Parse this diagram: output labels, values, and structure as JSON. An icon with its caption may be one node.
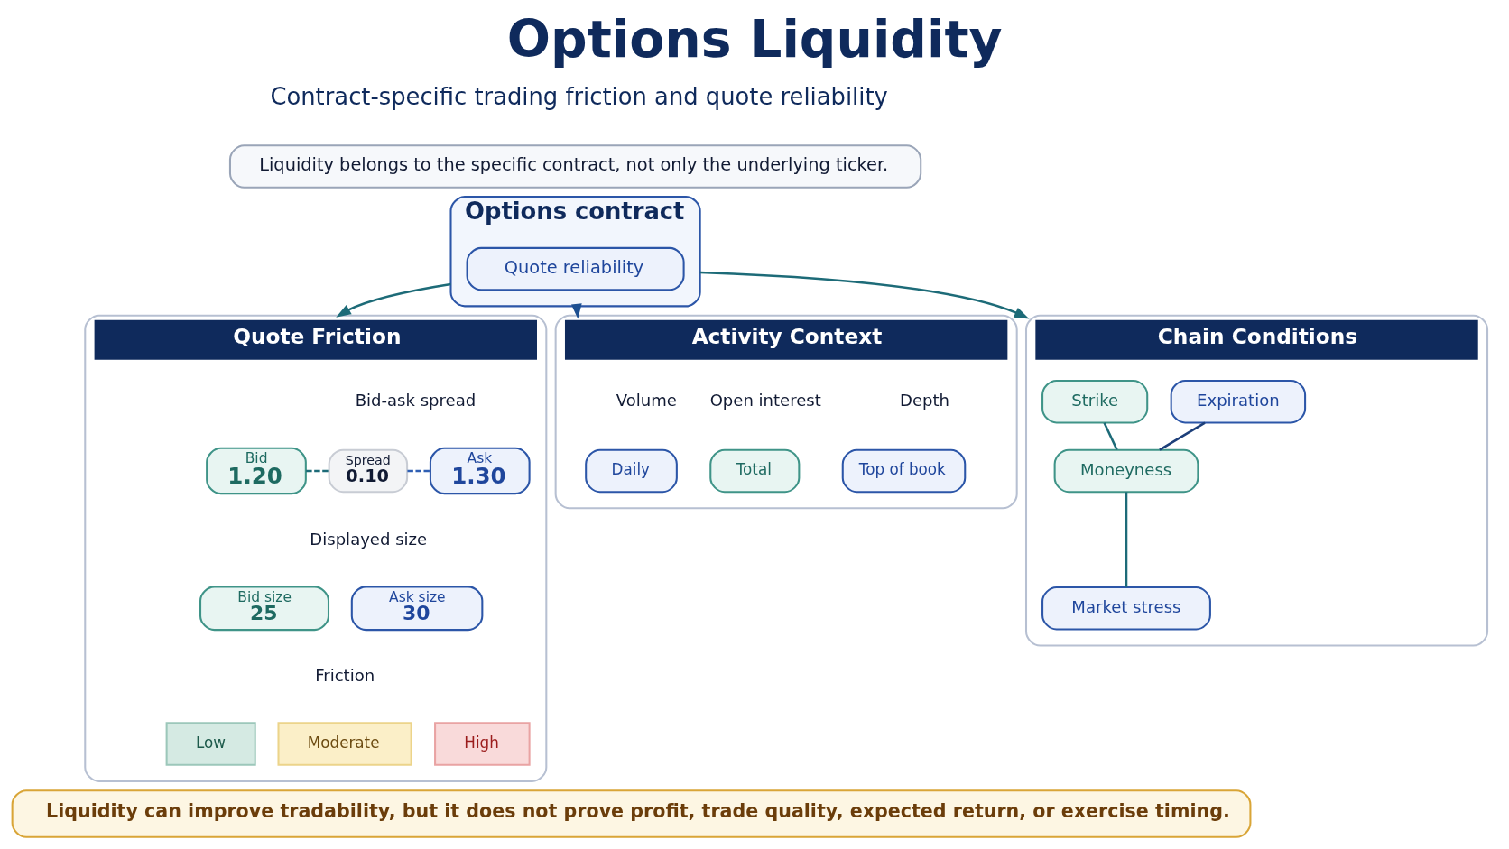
{
  "diagram": {
    "title": "Options Liquidity",
    "nodes": [
      {
        "text": [
          "Liquidity belongs to the specific contract, not only the underlying ticker."
        ]
      },
      {
        "text": [
          "Options contract"
        ]
      },
      {
        "text": [
          "Quote reliability"
        ],
        "in": 1
      },
      {
        "text": [
          "Quote Friction"
        ]
      },
      {
        "text": [
          "Bid",
          "1.20"
        ],
        "in": 3
      },
      {
        "text": [
          "Spread",
          "0.10"
        ],
        "in": 3
      },
      {
        "text": [
          "Ask",
          "1.30"
        ],
        "in": 3
      },
      {
        "text": [
          "Bid size",
          "25"
        ],
        "in": 3
      },
      {
        "text": [
          "Ask size",
          "30"
        ],
        "in": 3
      },
      {
        "text": [
          "Low"
        ],
        "in": 3
      },
      {
        "text": [
          "Moderate"
        ],
        "in": 3
      },
      {
        "text": [
          "High"
        ],
        "in": 3
      },
      {
        "text": [
          "Activity Context"
        ]
      },
      {
        "text": [
          "Daily"
        ],
        "in": 12
      },
      {
        "text": [
          "Total"
        ],
        "in": 12
      },
      {
        "text": [
          "Top of book"
        ],
        "in": 12
      },
      {
        "text": [
          "Chain Conditions"
        ]
      },
      {
        "text": [
          "Strike"
        ],
        "in": 16
      },
      {
        "text": [
          "Expiration"
        ],
        "in": 16
      },
      {
        "text": [
          "Moneyness"
        ],
        "in": 16
      },
      {
        "text": [
          "Market stress"
        ],
        "in": 16
      },
      {
        "text": [
          "Liquidity can improve tradability, but it does not prove profit, trade quality, expected return, or exercise timing."
        ]
      }
    ],
    "edges": [
      {
        "from": 1,
        "to": 3,
        "arrow": "to"
      },
      {
        "from": 1,
        "to": 12,
        "arrow": "to",
        "color": "#1d4f91"
      },
      {
        "from": 1,
        "to": 16,
        "arrow": "to"
      },
      {
        "from": 4,
        "to": 5,
        "arrow": "none",
        "style": "dashed"
      },
      {
        "from": 5,
        "to": 6,
        "arrow": "none",
        "style": "dashed",
        "color": "#2f5fb3"
      },
      {
        "from": 17,
        "to": 19,
        "arrow": "none"
      },
      {
        "from": 18,
        "to": 19,
        "arrow": "none",
        "color": "#1d3f7a"
      },
      {
        "from": 19,
        "to": 20,
        "arrow": "none"
      }
    ],
    "labels": [
      "Contract-specific trading friction and quote reliability",
      "Bid-ask spread",
      "Displayed size",
      "Friction",
      "Volume",
      "Open interest",
      "Depth"
    ]
  }
}
